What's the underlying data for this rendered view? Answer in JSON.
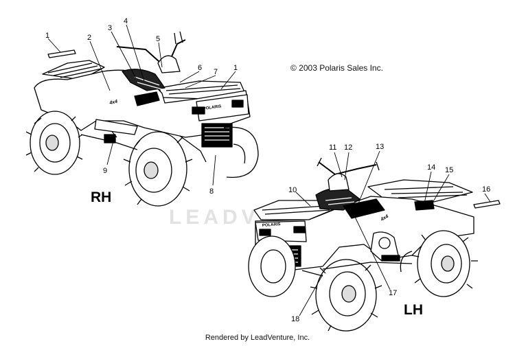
{
  "copyright": "© 2003 Polaris Sales Inc.",
  "views": {
    "rh": "RH",
    "lh": "LH"
  },
  "footer": "Rendered by LeadVenture, Inc.",
  "watermark": "LEADVENTURE",
  "decal_text": {
    "brand": "POLARIS",
    "badge": "4x4"
  },
  "callouts": [
    {
      "id": "c1a",
      "label": "1"
    },
    {
      "id": "c2",
      "label": "2"
    },
    {
      "id": "c3",
      "label": "3"
    },
    {
      "id": "c4",
      "label": "4"
    },
    {
      "id": "c5",
      "label": "5"
    },
    {
      "id": "c6",
      "label": "6"
    },
    {
      "id": "c7",
      "label": "7"
    },
    {
      "id": "c1b",
      "label": "1"
    },
    {
      "id": "c9",
      "label": "9"
    },
    {
      "id": "c8",
      "label": "8"
    },
    {
      "id": "c11",
      "label": "11"
    },
    {
      "id": "c12",
      "label": "12"
    },
    {
      "id": "c13",
      "label": "13"
    },
    {
      "id": "c10",
      "label": "10"
    },
    {
      "id": "c14",
      "label": "14"
    },
    {
      "id": "c15",
      "label": "15"
    },
    {
      "id": "c16",
      "label": "16"
    },
    {
      "id": "c17",
      "label": "17"
    },
    {
      "id": "c18",
      "label": "18"
    }
  ]
}
